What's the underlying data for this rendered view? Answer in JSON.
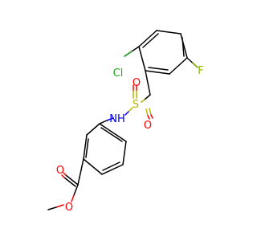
{
  "molecule": {
    "atoms": {
      "cl": "Cl",
      "f": "F",
      "s": "S",
      "o1": "O",
      "o2": "O",
      "nh": "NH",
      "o_carbonyl": "O",
      "o_ester": "O"
    },
    "colors": {
      "bond": "#000000",
      "chlorine": "#1fa51f",
      "fluorine": "#8ab800",
      "sulfur": "#b3b300",
      "oxygen": "#ff0000",
      "nitrogen": "#0000ff"
    }
  }
}
